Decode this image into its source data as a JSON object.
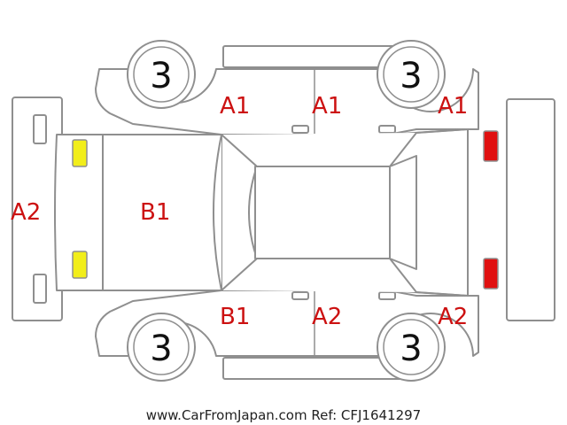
{
  "codes": {
    "front_left_fender": "A1",
    "front_left_door": "A1",
    "rear_left_door": "A1",
    "front_bumper": "A2",
    "hood": "B1",
    "front_right_fender": "B1",
    "front_right_door": "A2",
    "rear_right_door": "A2"
  },
  "wheels": {
    "front_left": "3",
    "rear_left": "3",
    "front_right": "3",
    "rear_right": "3"
  },
  "lamps": {
    "front": "yellow",
    "rear": "red"
  },
  "colors": {
    "outline": "#8f8f8f",
    "code_text": "#cc1111",
    "front_lamp": "#f2ee1a",
    "rear_lamp": "#e01010"
  },
  "footer": "www.CarFromJapan.com Ref: CFJ1641297"
}
